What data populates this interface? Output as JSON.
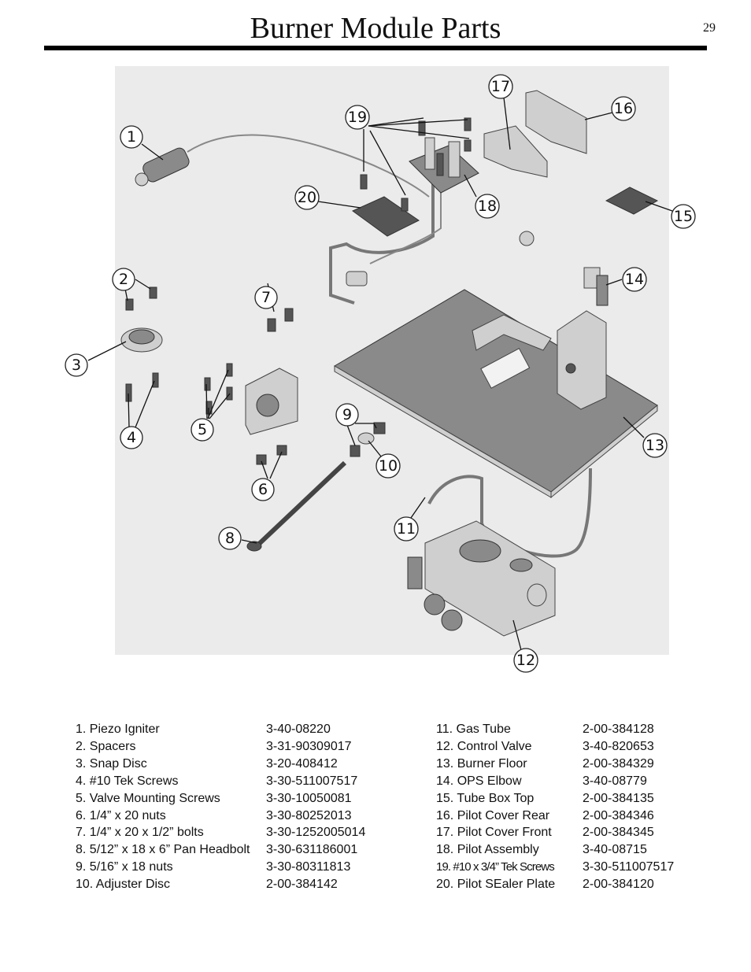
{
  "header": {
    "title": "Burner Module Parts",
    "page_number": "29"
  },
  "diagram": {
    "callouts": [
      "1",
      "2",
      "3",
      "4",
      "5",
      "6",
      "7",
      "8",
      "9",
      "10",
      "11",
      "12",
      "13",
      "14",
      "15",
      "16",
      "17",
      "18",
      "19",
      "20"
    ]
  },
  "parts_left": [
    {
      "name": "1. Piezo Igniter",
      "part_no": "3-40-08220"
    },
    {
      "name": "2. Spacers",
      "part_no": "3-31-90309017"
    },
    {
      "name": "3. Snap Disc",
      "part_no": "3-20-408412"
    },
    {
      "name": "4. #10 Tek Screws",
      "part_no": "3-30-511007517"
    },
    {
      "name": "5. Valve Mounting Screws",
      "part_no": "3-30-10050081"
    },
    {
      "name": "6. 1/4” x 20 nuts",
      "part_no": "3-30-80252013"
    },
    {
      "name": "7. 1/4” x 20 x 1/2” bolts",
      "part_no": "3-30-1252005014"
    },
    {
      "name": "8. 5/12” x 18 x 6” Pan Headbolt",
      "part_no": "3-30-631186001"
    },
    {
      "name": "9. 5/16” x 18 nuts",
      "part_no": "3-30-80311813"
    },
    {
      "name": "10. Adjuster Disc",
      "part_no": "2-00-384142"
    }
  ],
  "parts_right": [
    {
      "name": "11. Gas Tube",
      "part_no": "2-00-384128"
    },
    {
      "name": "12. Control Valve",
      "part_no": "3-40-820653"
    },
    {
      "name": "13. Burner Floor",
      "part_no": "2-00-384329"
    },
    {
      "name": "14. OPS Elbow",
      "part_no": "3-40-08779"
    },
    {
      "name": "15. Tube Box Top",
      "part_no": "2-00-384135"
    },
    {
      "name": "16. Pilot Cover Rear",
      "part_no": "2-00-384346"
    },
    {
      "name": "17. Pilot Cover Front",
      "part_no": "2-00-384345"
    },
    {
      "name": "18. Pilot Assembly",
      "part_no": "3-40-08715"
    },
    {
      "name": "19. #10 x 3/4” Tek Screws",
      "part_no": "3-30-511007517"
    },
    {
      "name": "20. Pilot SEaler Plate",
      "part_no": "2-00-384120"
    }
  ]
}
